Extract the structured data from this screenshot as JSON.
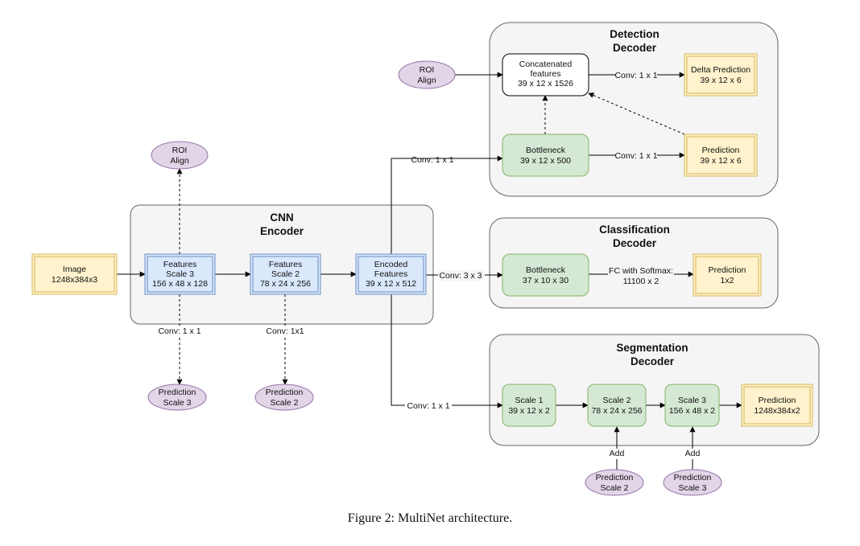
{
  "colors": {
    "group_fill": "#f5f5f5",
    "group_stroke": "#666666",
    "blue_fill": "#dae8fc",
    "blue_stroke": "#6c8ebf",
    "yellow_fill": "#fff2cc",
    "yellow_stroke": "#d6b656",
    "green_fill": "#d5e8d4",
    "green_stroke": "#82b366",
    "purple_fill": "#e1d5e7",
    "purple_stroke": "#9673a6"
  },
  "groups": {
    "cnn_encoder": [
      "CNN",
      "Encoder"
    ],
    "detection_decoder": [
      "Detection",
      "Decoder"
    ],
    "classification_decoder": [
      "Classification",
      "Decoder"
    ],
    "segmentation_decoder": [
      "Segmentation",
      "Decoder"
    ]
  },
  "nodes": {
    "image": [
      "Image",
      "1248x384x3"
    ],
    "features_scale3": [
      "Features",
      "Scale 3",
      "156 x 48 x 128"
    ],
    "features_scale2": [
      "Features",
      "Scale 2",
      "78 x 24 x 256"
    ],
    "encoded_features": [
      "Encoded",
      "Features",
      "39 x 12 x 512"
    ],
    "roi_align_encoder": [
      "ROI",
      "Align"
    ],
    "prediction_scale3_encoder": [
      "Prediction",
      "Scale 3"
    ],
    "prediction_scale2_encoder": [
      "Prediction",
      "Scale 2"
    ],
    "roi_align_detection": [
      "ROI",
      "Align"
    ],
    "concatenated_features": [
      "Concatenated",
      "features",
      "39 x 12 x 1526"
    ],
    "delta_prediction": [
      "Delta Prediction",
      "39 x 12 x 6"
    ],
    "det_bottleneck": [
      "Bottleneck",
      "39 x 12 x 500"
    ],
    "det_prediction": [
      "Prediction",
      "39 x 12 x 6"
    ],
    "cls_bottleneck": [
      "Bottleneck",
      "37 x 10 x 30"
    ],
    "cls_prediction": [
      "Prediction",
      "1x2"
    ],
    "seg_scale1": [
      "Scale 1",
      "39 x 12 x 2"
    ],
    "seg_scale2": [
      "Scale 2",
      "78 x 24 x 256"
    ],
    "seg_scale3": [
      "Scale 3",
      "156 x 48 x 2"
    ],
    "seg_prediction": [
      "Prediction",
      "1248x384x2"
    ],
    "prediction_scale2_seg": [
      "Prediction",
      "Scale 2"
    ],
    "prediction_scale3_seg": [
      "Prediction",
      "Scale 3"
    ]
  },
  "edge_labels": {
    "conv_scale3": "Conv: 1 x 1",
    "conv_scale2": "Conv: 1x1",
    "conv_to_detection": "Conv: 1 x 1",
    "conv_to_classification": "Conv: 3 x 3",
    "conv_to_segmentation": "Conv: 1 x 1",
    "det_concat_conv": "Conv: 1 x 1",
    "det_bottleneck_conv": "Conv: 1 x 1",
    "cls_fc": [
      "FC with Softmax:",
      "11100 x 2"
    ],
    "seg_add_scale2": "Add",
    "seg_add_scale3": "Add"
  },
  "caption": "Figure 2: MultiNet architecture."
}
